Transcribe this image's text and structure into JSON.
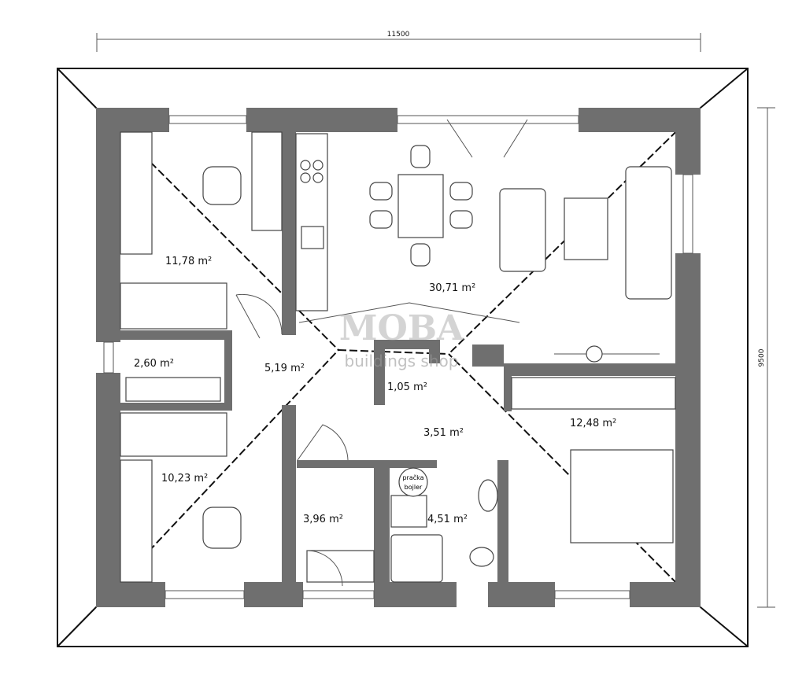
{
  "dimensions": {
    "width": "11500",
    "height": "9500"
  },
  "rooms": [
    {
      "id": "bedroom-1",
      "area": "11,78 m²"
    },
    {
      "id": "living-dining",
      "area": "30,71 m²"
    },
    {
      "id": "closet",
      "area": "2,60 m²"
    },
    {
      "id": "hallway",
      "area": "5,19 m²"
    },
    {
      "id": "wc",
      "area": "1,05 m²"
    },
    {
      "id": "corridor",
      "area": "3,51 m²"
    },
    {
      "id": "master-bedroom",
      "area": "12,48 m²"
    },
    {
      "id": "bedroom-2",
      "area": "10,23 m²"
    },
    {
      "id": "storage",
      "area": "3,96 m²"
    },
    {
      "id": "bathroom",
      "area": "4,51 m²"
    }
  ],
  "appliance_label": {
    "line1": "pračka",
    "line2": "bojler"
  },
  "watermark": {
    "title": "MOBA",
    "subtitle": "buildings shop"
  },
  "colors": {
    "wall": "#6f6f6f",
    "line": "#111111"
  }
}
